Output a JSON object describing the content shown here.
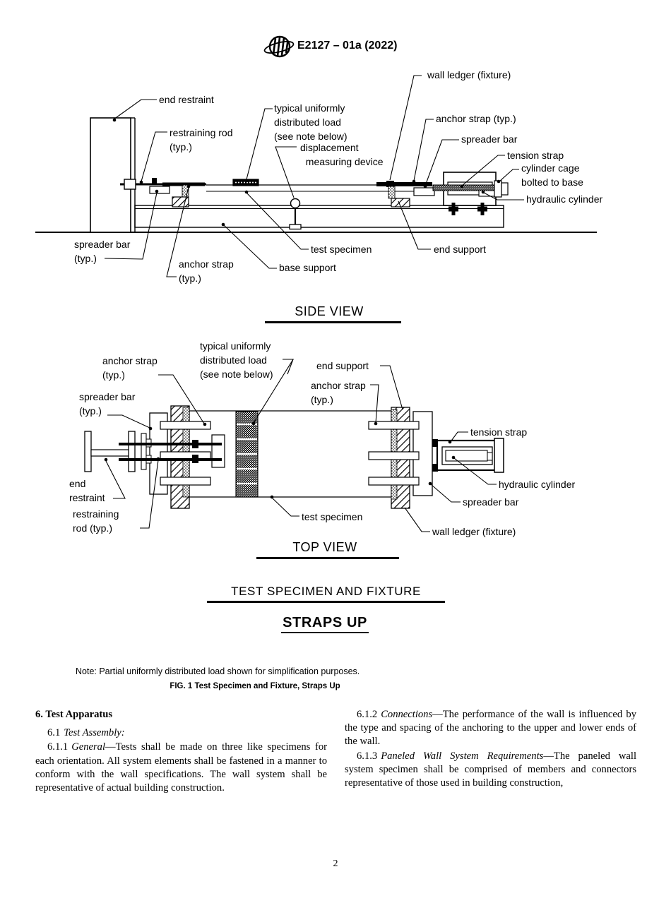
{
  "header": {
    "designation": "E2127 – 01a (2022)",
    "logo_icon": "astm-logo"
  },
  "figure": {
    "side_view": {
      "title": "SIDE VIEW",
      "labels": {
        "end_restraint": "end restraint",
        "restraining_rod": "restraining rod\n(typ.)",
        "udl": "typical uniformly\ndistributed load\n(see note below)",
        "displacement": "displacement\n  measuring device",
        "wall_ledger": "wall ledger (fixture)",
        "anchor_strap_right": "anchor strap (typ.)",
        "spreader_bar_right": "spreader bar",
        "tension_strap": "tension strap",
        "cylinder_cage": "cylinder cage\nbolted to base",
        "hydraulic_cylinder": "hydraulic cylinder",
        "spreader_bar_left": "spreader bar\n(typ.)",
        "anchor_strap_bottom": "anchor strap\n(typ.)",
        "test_specimen": "test specimen",
        "base_support": "base support",
        "end_support": "end support"
      }
    },
    "top_view": {
      "title": "TOP VIEW",
      "labels": {
        "anchor_strap_left": "anchor strap\n(typ.)",
        "udl": "typical uniformly\ndistributed load\n(see note below)",
        "end_support": "end support",
        "anchor_strap_right": "anchor strap\n(typ.)",
        "spreader_bar_left": "spreader bar\n(typ.)",
        "tension_strap": "tension strap",
        "end_restraint": "end\nrestraint",
        "hydraulic_cylinder": "hydraulic cylinder",
        "restraining_rod": "restraining\nrod (typ.)",
        "spreader_bar_right": "spreader bar",
        "test_specimen": "test specimen",
        "wall_ledger": "wall ledger (fixture)"
      }
    },
    "subtitle": "TEST SPECIMEN AND FIXTURE",
    "orientation_title": "STRAPS UP",
    "note": "Note: Partial uniformly distributed load shown for simplification purposes.",
    "caption": "FIG. 1 Test Specimen and Fixture, Straps Up"
  },
  "body": {
    "section_heading": "6.  Test Apparatus",
    "left_column": {
      "p1": {
        "num": "6.1",
        "term": "Test Assembly:",
        "rest": ""
      },
      "p2": {
        "num": "6.1.1",
        "term": "General",
        "rest": "—Tests shall be made on three like specimens for each orientation. All system elements shall be fastened in a manner to conform with the wall specifications. The wall system shall be representative of actual building construction."
      }
    },
    "right_column": {
      "p1": {
        "num": "6.1.2",
        "term": "Connections",
        "rest": "—The performance of the wall is influenced by the type and spacing of the anchoring to the upper and lower ends of the wall."
      },
      "p2": {
        "num": "6.1.3",
        "term": "Paneled Wall System Requirements",
        "rest": "—The paneled wall system specimen shall be comprised of members and connectors representative of those used in building construction,"
      }
    }
  },
  "footer": {
    "page_number": "2"
  }
}
